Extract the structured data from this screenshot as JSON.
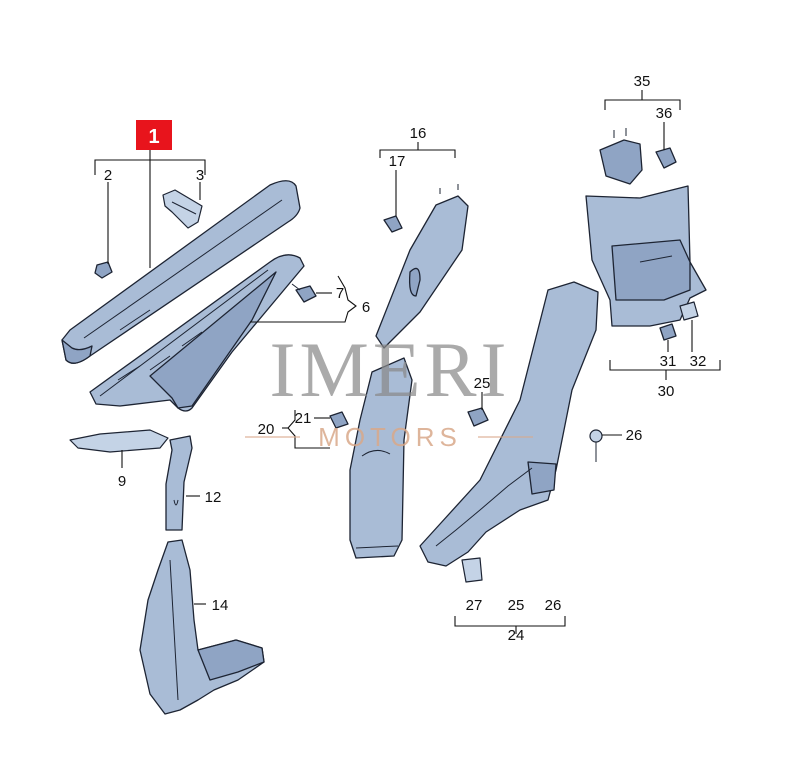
{
  "diagram": {
    "highlight_label": "1",
    "labels": {
      "l2": "2",
      "l3": "3",
      "l6": "6",
      "l7": "7",
      "l9": "9",
      "l12": "12",
      "l14": "14",
      "l16": "16",
      "l17": "17",
      "l20": "20",
      "l21": "21",
      "l25a": "25",
      "l24": "24",
      "l25b": "25",
      "l26a": "26",
      "l26b": "26",
      "l27": "27",
      "l30": "30",
      "l31": "31",
      "l32": "32",
      "l35": "35",
      "l36": "36"
    }
  },
  "watermark": {
    "brand": "IMERI",
    "sub": "MOTORS"
  },
  "colors": {
    "part_fill": "#a9bcd6",
    "highlight": "#e8141c"
  }
}
